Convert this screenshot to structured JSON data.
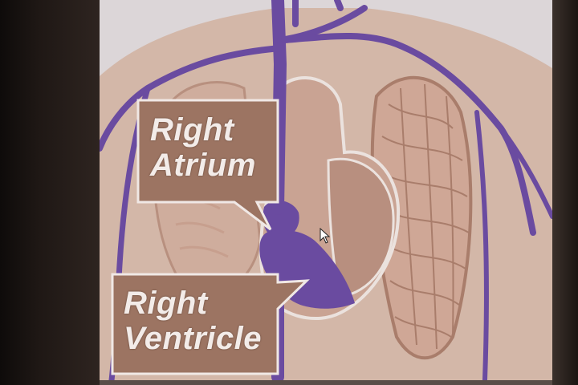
{
  "labels": {
    "atrium_line1": "Right",
    "atrium_line2": "Atrium",
    "ventricle_line1": "Right",
    "ventricle_line2": "Ventricle"
  },
  "colors": {
    "background": "#d9cfca",
    "body_silhouette": "#c9a998",
    "vessel": "#6a4ba0",
    "highlight_chamber": "#6a4ba0",
    "callout_fill": "#9c7462",
    "callout_text": "#f3ece9"
  },
  "icons": [
    "mouse-cursor-icon"
  ]
}
